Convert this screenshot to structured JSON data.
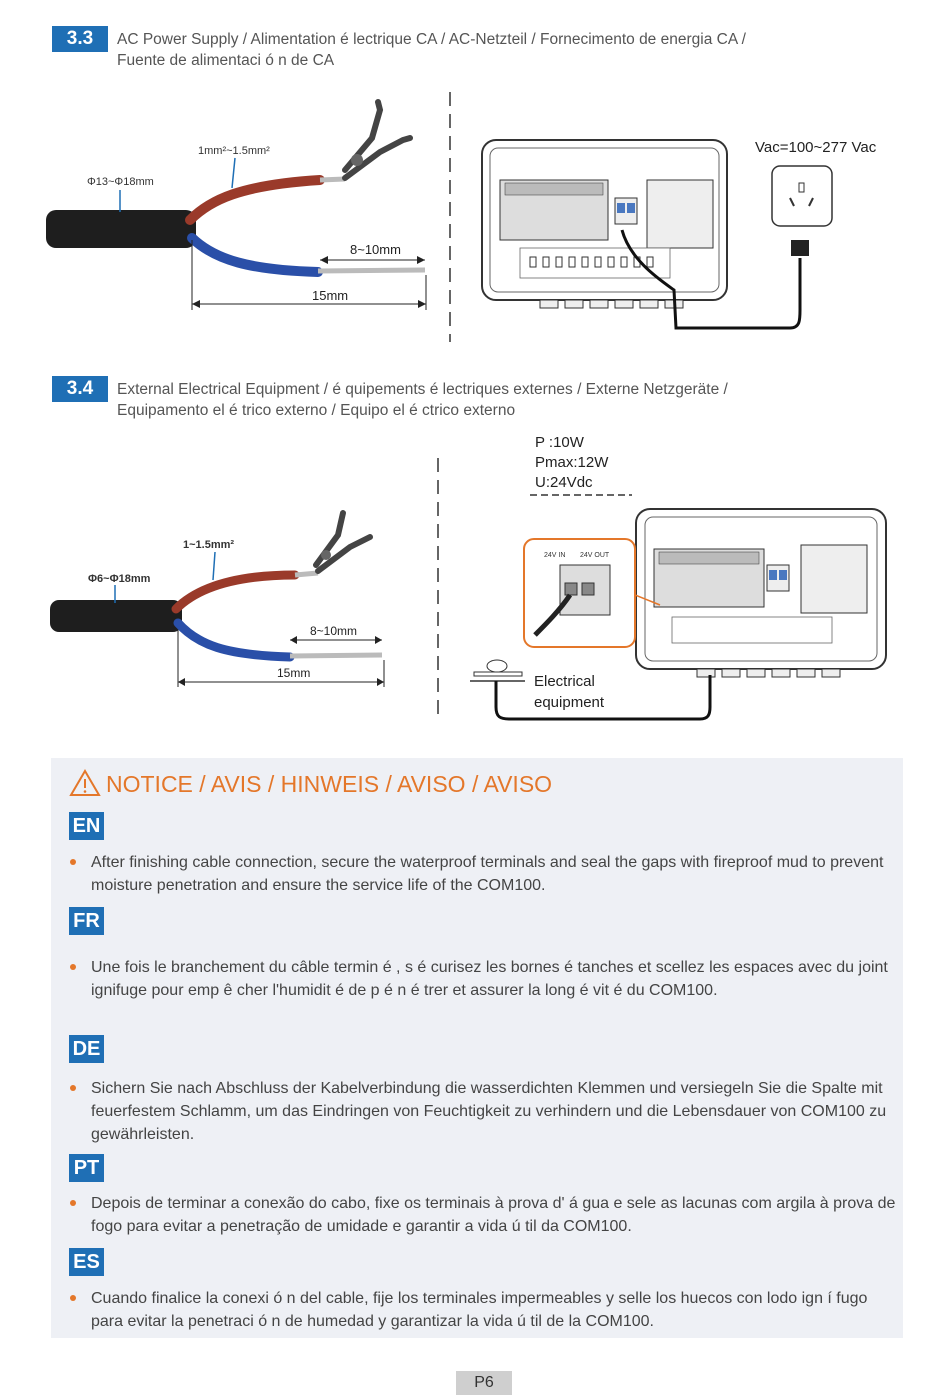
{
  "section_33": {
    "number": "3.3",
    "title_line1": "AC Power Supply / Alimentation  é lectrique CA / AC-Netzteil / Fornecimento de energia CA /",
    "title_line2": "Fuente de alimentaci ó n de CA",
    "dim_outer": "Φ13~Φ18mm",
    "dim_wire": "1mm²~1.5mm²",
    "dim_strip": "8~10mm",
    "dim_length": "15mm",
    "voltage": "Vac=100~277 Vac"
  },
  "section_34": {
    "number": "3.4",
    "title_line1": "External Electrical Equipment /  é quipements  é lectriques externes / Externe Netzgeräte /",
    "title_line2": "Equipamento el é trico externo / Equipo el é ctrico externo",
    "spec_p": "P :10W",
    "spec_pmax": "Pmax:12W",
    "spec_u": "U:24Vdc",
    "dim_outer": "Φ6~Φ18mm",
    "dim_wire": "1~1.5mm²",
    "dim_strip": "8~10mm",
    "dim_length": "15mm",
    "label_24v_in": "24V IN",
    "label_24v_out": "24V OUT",
    "equipment_line1": "Electrical",
    "equipment_line2": "equipment"
  },
  "notice": {
    "title": "NOTICE / AVIS / HINWEIS / AVISO / AVISO",
    "items": [
      {
        "lang": "EN",
        "text": "After finishing cable connection, secure the waterproof terminals and seal the gaps with fireproof mud to prevent moisture penetration and ensure the service life of the COM100."
      },
      {
        "lang": "FR",
        "text": "Une fois le branchement du câble termin é , s é curisez les bornes  é tanches et scellez les espaces avec du joint ignifuge pour emp ê cher l'humidit é  de p é n é trer et assurer la long é vit é  du COM100."
      },
      {
        "lang": "DE",
        "text": "Sichern Sie nach Abschluss der Kabelverbindung die wasserdichten Klemmen und versiegeln Sie die Spalte mit feuerfestem Schlamm, um das Eindringen von Feuchtigkeit zu verhindern und die Lebensdauer von COM100 zu gewährleisten."
      },
      {
        "lang": "PT",
        "text": "Depois de terminar a conexão do cabo, fixe os terminais  à  prova d' á gua e sele as lacunas com argila  à  prova de fogo para evitar a penetração de umidade e garantir a vida  ú til da COM100."
      },
      {
        "lang": "ES",
        "text": "Cuando finalice la conexi ó n del cable, fije los terminales impermeables y selle los huecos con lodo ign í fugo para evitar la penetraci ó n de humedad y garantizar la vida  ú til de la COM100."
      }
    ]
  },
  "page": "P6",
  "colors": {
    "accent": "#1f6fb5",
    "notice": "#e4772a",
    "red_wire": "#9a3a2a",
    "blue_wire": "#2a4fa8"
  }
}
